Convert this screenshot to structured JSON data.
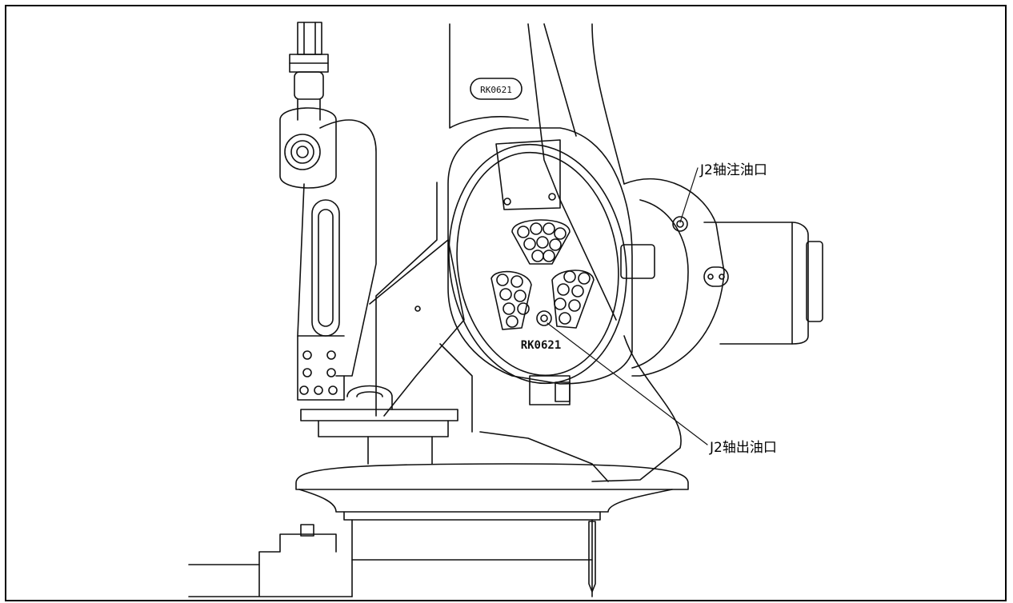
{
  "diagram": {
    "labels": {
      "oil_inlet": "J2轴注油口",
      "oil_outlet": "J2轴出油口"
    },
    "plate_text": "RK0621",
    "colors": {
      "line": "#111111",
      "background": "#ffffff"
    }
  }
}
